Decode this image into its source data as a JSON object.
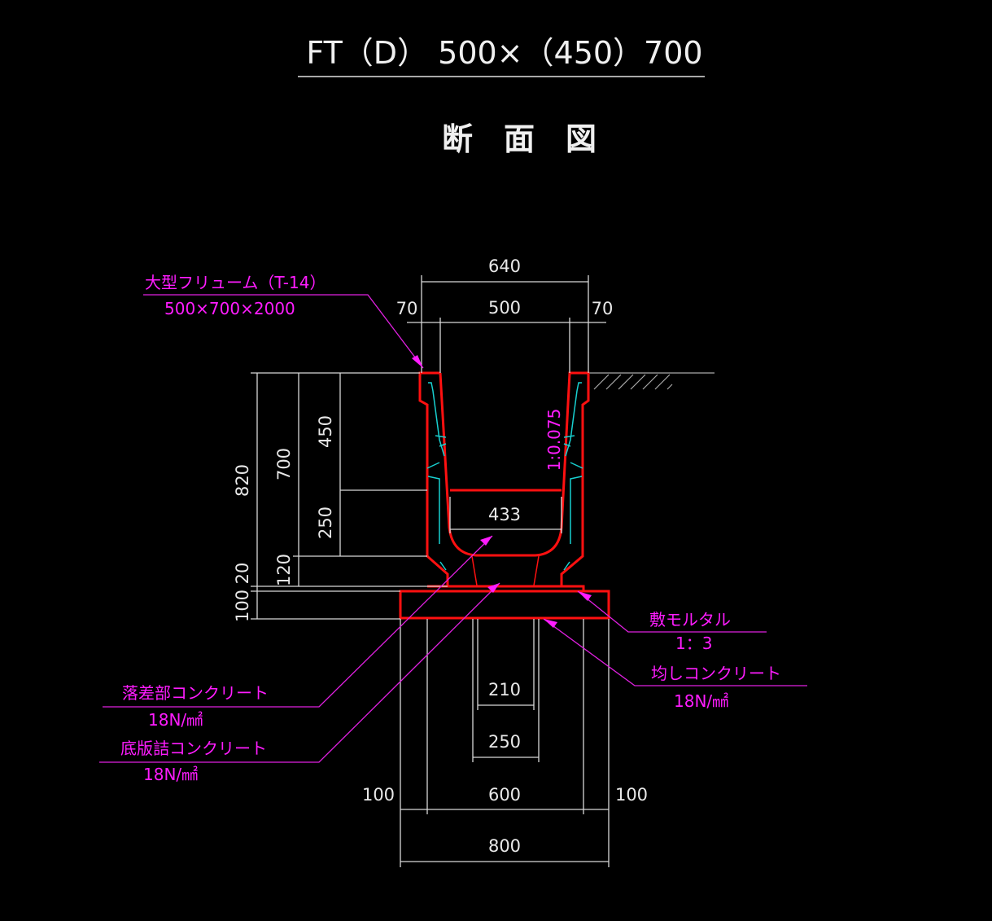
{
  "title": "FT（D） 500×（450）700",
  "subtitle": "断　面　図",
  "dimensions": {
    "top_overall": "640",
    "top_inner": "500",
    "top_left_wall": "70",
    "top_right_wall": "70",
    "height_total": "820",
    "height_flume": "700",
    "depth_upper": "450",
    "depth_lower": "250",
    "bottom_thickness": "120",
    "mortar": "20",
    "base": "100",
    "invert_width": "433",
    "slope": "1:0.075",
    "gap_210": "210",
    "gap_250": "250",
    "width_600": "600",
    "left_100": "100",
    "right_100": "100",
    "width_800": "800"
  },
  "labels": {
    "flume": {
      "name": "大型フリューム（T-14）",
      "spec": "500×700×2000"
    },
    "mortar": {
      "name": "敷モルタル",
      "spec": "1：3"
    },
    "leveling": {
      "name": "均しコンクリート",
      "spec": "18N/㎟"
    },
    "drop": {
      "name": "落差部コンクリート",
      "spec": "18N/㎟"
    },
    "bottom_fill": {
      "name": "底版詰コンクリート",
      "spec": "18N/㎟"
    }
  },
  "colors": {
    "outline": "#ff1010",
    "annotation": "#ff1cff",
    "dimension": "#d8d8d8",
    "rebar": "#18d0d0"
  }
}
